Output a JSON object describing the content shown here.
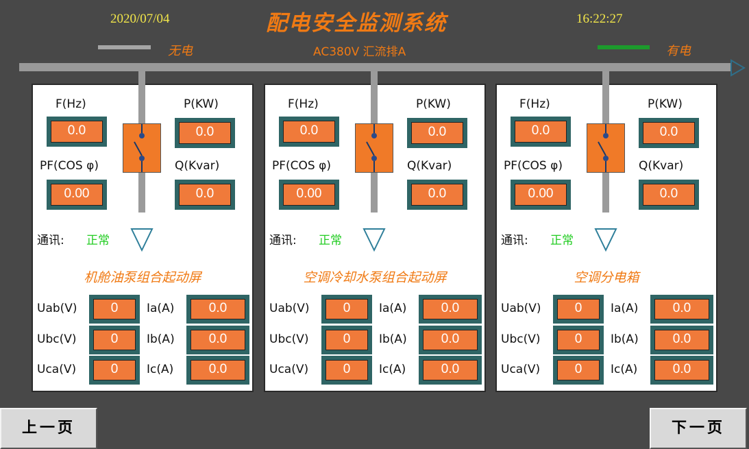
{
  "header": {
    "date": "2020/07/04",
    "title": "配电安全监测系统",
    "time": "16:22:27",
    "no_power_label": "无电",
    "has_power_label": "有电",
    "bus_label": "AC380V  汇流排A",
    "no_power_color": "#a5a5a5",
    "has_power_color": "#1c9a2c"
  },
  "panels": [
    {
      "freq_label": "F(Hz)",
      "freq_value": "0.0",
      "p_label": "P(KW)",
      "p_value": "0.0",
      "pf_label": "PF(COS φ)",
      "pf_value": "0.00",
      "q_label": "Q(Kvar)",
      "q_value": "0.0",
      "comm_label": "通讯:",
      "comm_status": "正常",
      "name": "机舱油泵组合起动屏",
      "uab_label": "Uab(V)",
      "uab": "0",
      "ubc_label": "Ubc(V)",
      "ubc": "0",
      "uca_label": "Uca(V)",
      "uca": "0",
      "ia_label": "Ia(A)",
      "ia": "0.0",
      "ib_label": "Ib(A)",
      "ib": "0.0",
      "ic_label": "Ic(A)",
      "ic": "0.0"
    },
    {
      "freq_label": "F(Hz)",
      "freq_value": "0.0",
      "p_label": "P(KW)",
      "p_value": "0.0",
      "pf_label": "PF(COS φ)",
      "pf_value": "0.00",
      "q_label": "Q(Kvar)",
      "q_value": "0.0",
      "comm_label": "通讯:",
      "comm_status": "正常",
      "name": "空调冷却水泵组合起动屏",
      "uab_label": "Uab(V)",
      "uab": "0",
      "ubc_label": "Ubc(V)",
      "ubc": "0",
      "uca_label": "Uca(V)",
      "uca": "0",
      "ia_label": "Ia(A)",
      "ia": "0.0",
      "ib_label": "Ib(A)",
      "ib": "0.0",
      "ic_label": "Ic(A)",
      "ic": "0.0"
    },
    {
      "freq_label": "F(Hz)",
      "freq_value": "0.0",
      "p_label": "P(KW)",
      "p_value": "0.0",
      "pf_label": "PF(COS φ)",
      "pf_value": "0.00",
      "q_label": "Q(Kvar)",
      "q_value": "0.0",
      "comm_label": "通讯:",
      "comm_status": "正常",
      "name": "空调分电箱",
      "uab_label": "Uab(V)",
      "uab": "0",
      "ubc_label": "Ubc(V)",
      "ubc": "0",
      "uca_label": "Uca(V)",
      "uca": "0",
      "ia_label": "Ia(A)",
      "ia": "0.0",
      "ib_label": "Ib(A)",
      "ib": "0.0",
      "ic_label": "Ic(A)",
      "ic": "0.0"
    }
  ],
  "nav": {
    "prev_label": "上一页",
    "next_label": "下一页"
  }
}
